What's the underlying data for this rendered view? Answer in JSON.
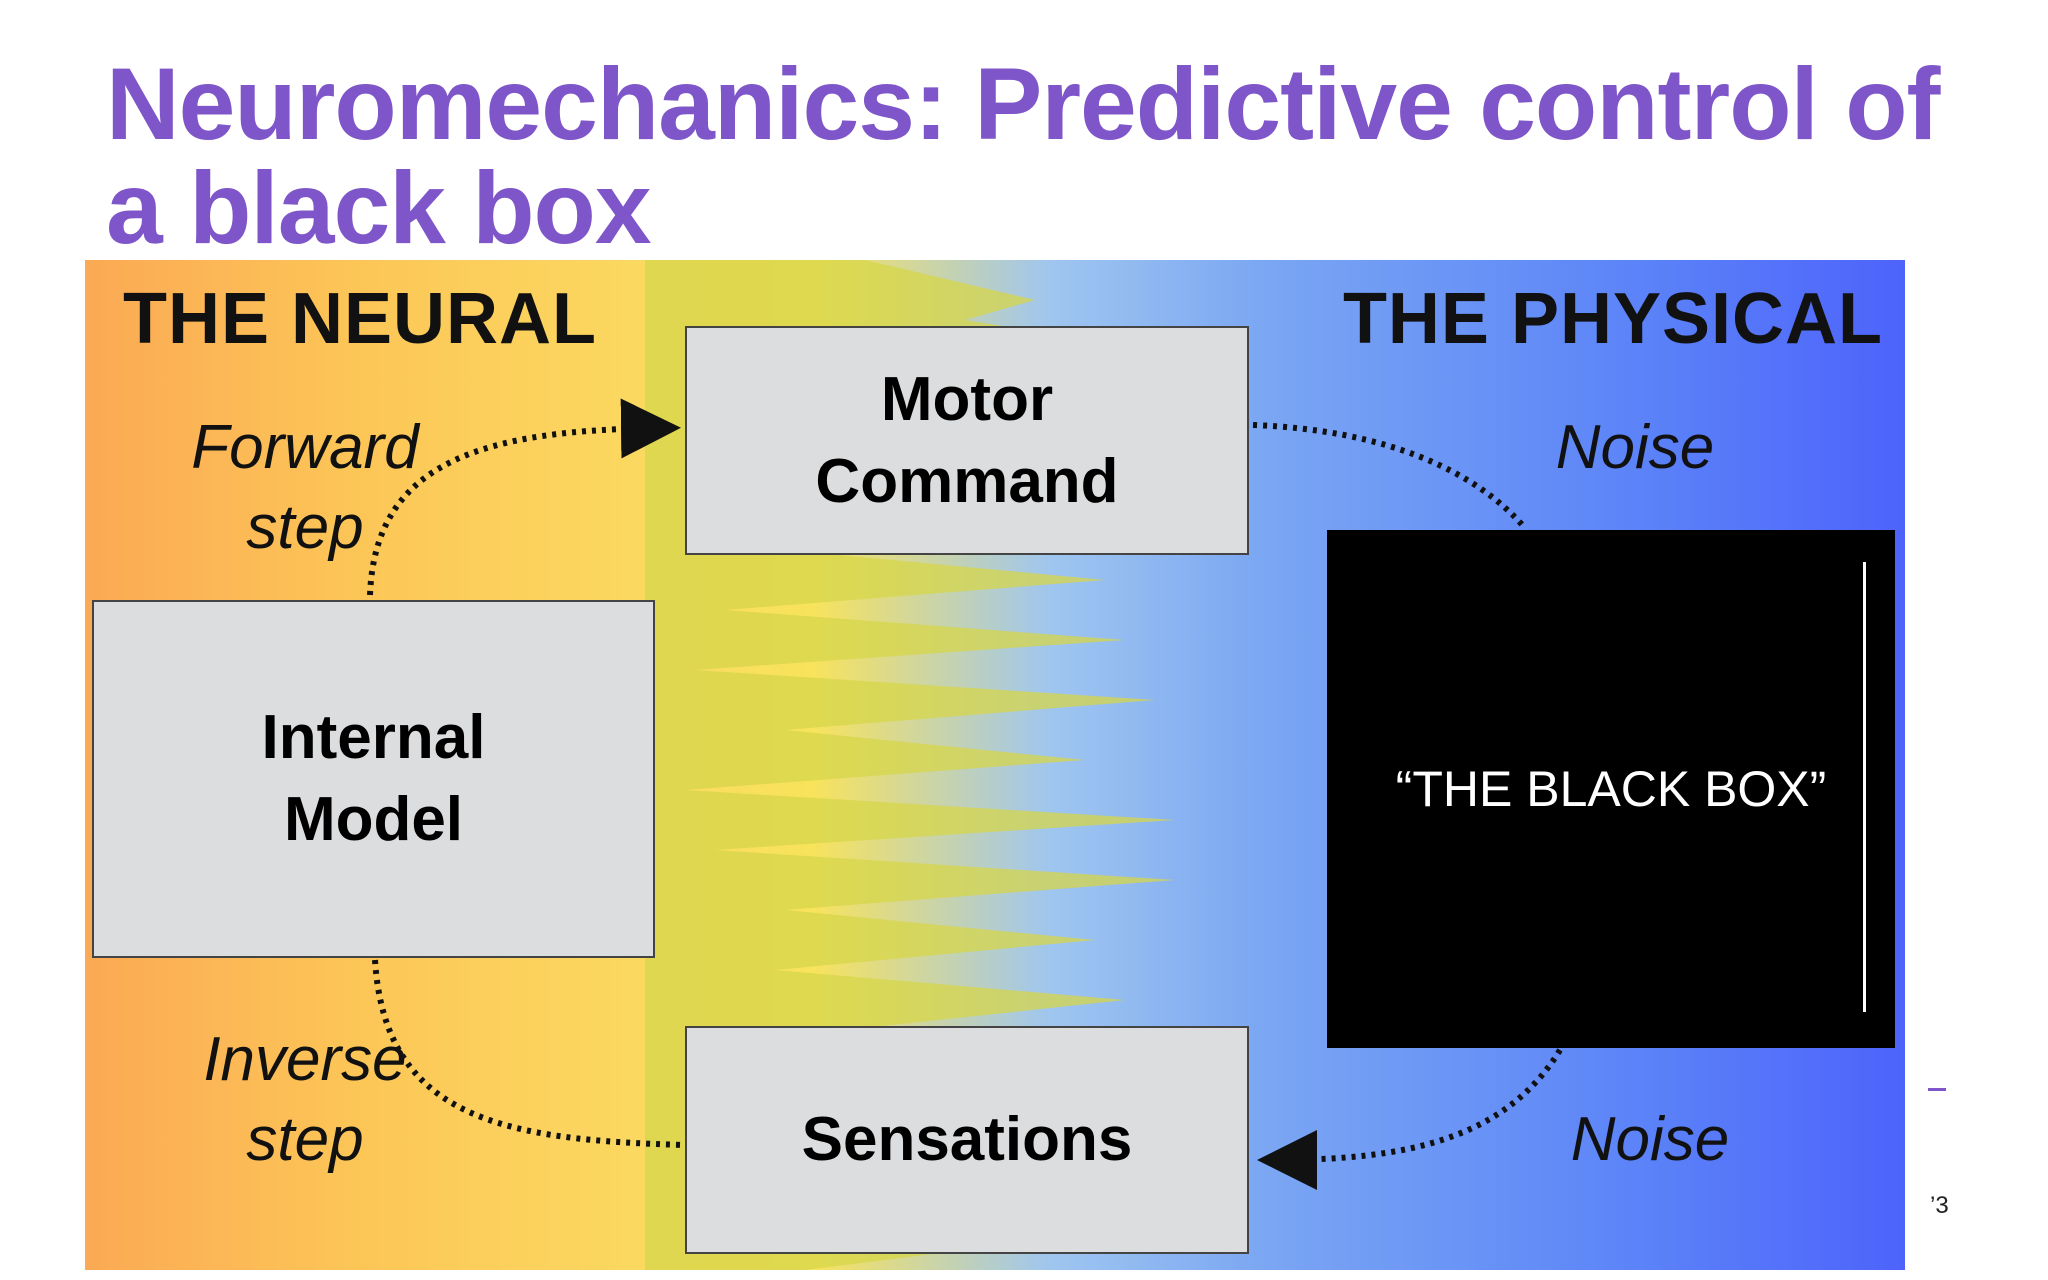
{
  "slide": {
    "title": "Neuromechanics: Predictive control of a black box",
    "page_fragment": "’3"
  },
  "diagram": {
    "neural_label": "THE NEURAL",
    "physical_label": "THE PHYSICAL",
    "boxes": {
      "motor_command": [
        "Motor",
        "Command"
      ],
      "internal_model": [
        "Internal",
        "Model"
      ],
      "sensations": "Sensations",
      "black_box": "“THE BLACK BOX”"
    },
    "arrows": {
      "forward_step": [
        "Forward",
        "step"
      ],
      "inverse_step": [
        "Inverse",
        "step"
      ],
      "noise_top": "Noise",
      "noise_bottom": "Noise"
    },
    "colors": {
      "title": "#7f56c9",
      "neural_side": "#fba954",
      "middle_band": "#f8e35c",
      "physical_side": "#4d63fb",
      "box_fill": "#dcdddf",
      "black_box": "#000000"
    }
  }
}
